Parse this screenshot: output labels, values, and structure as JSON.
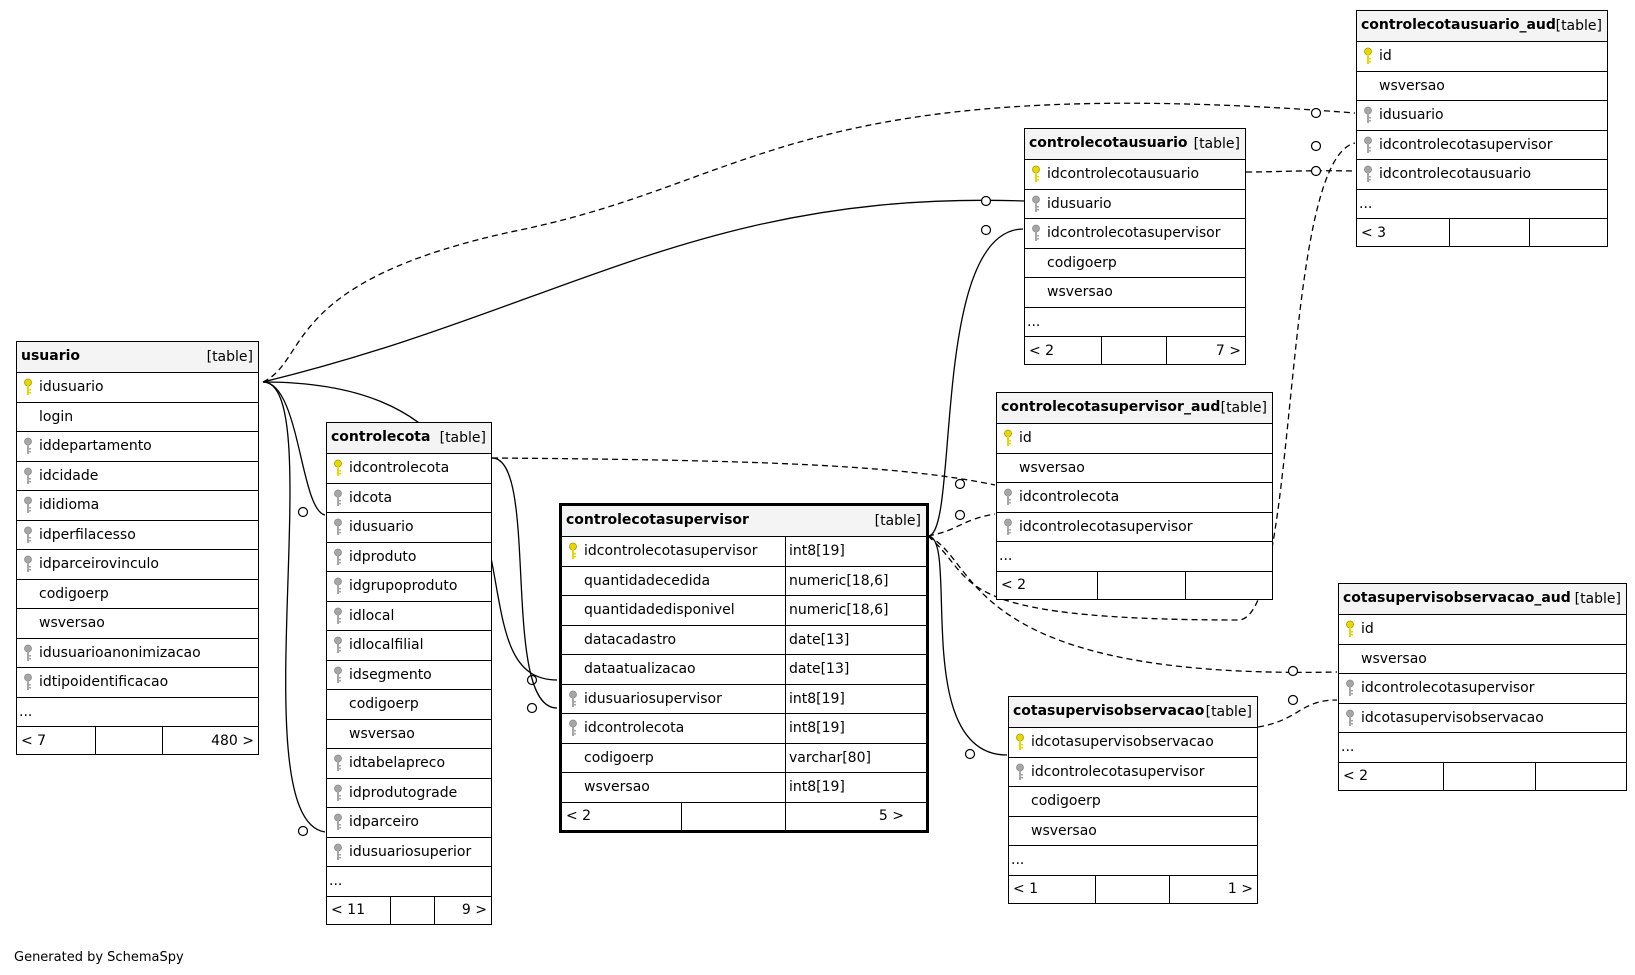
{
  "footer": "Generated by SchemaSpy",
  "colors": {
    "primary_key": "#e8d800",
    "foreign_key": "#a6a6a6",
    "header_bg": "#f4f4f4"
  },
  "tables": [
    {
      "id": "usuario",
      "name": "usuario",
      "type": "[table]",
      "columns": [
        {
          "name": "idusuario",
          "key": "pk"
        },
        {
          "name": "login",
          "key": ""
        },
        {
          "name": "iddepartamento",
          "key": "fk"
        },
        {
          "name": "idcidade",
          "key": "fk"
        },
        {
          "name": "ididioma",
          "key": "fk"
        },
        {
          "name": "idperfilacesso",
          "key": "fk"
        },
        {
          "name": "idparceirovinculo",
          "key": "fk"
        },
        {
          "name": "codigoerp",
          "key": ""
        },
        {
          "name": "wsversao",
          "key": ""
        },
        {
          "name": "idusuarioanonimizacao",
          "key": "fk"
        },
        {
          "name": "idtipoidentificacao",
          "key": "fk"
        }
      ],
      "more": "...",
      "footer": [
        "< 7",
        "",
        "480 >"
      ]
    },
    {
      "id": "controlecota",
      "name": "controlecota",
      "type": "[table]",
      "columns": [
        {
          "name": "idcontrolecota",
          "key": "pk"
        },
        {
          "name": "idcota",
          "key": "fk"
        },
        {
          "name": "idusuario",
          "key": "fk"
        },
        {
          "name": "idproduto",
          "key": "fk"
        },
        {
          "name": "idgrupoproduto",
          "key": "fk"
        },
        {
          "name": "idlocal",
          "key": "fk"
        },
        {
          "name": "idlocalfilial",
          "key": "fk"
        },
        {
          "name": "idsegmento",
          "key": "fk"
        },
        {
          "name": "codigoerp",
          "key": ""
        },
        {
          "name": "wsversao",
          "key": ""
        },
        {
          "name": "idtabelapreco",
          "key": "fk"
        },
        {
          "name": "idprodutograde",
          "key": "fk"
        },
        {
          "name": "idparceiro",
          "key": "fk"
        },
        {
          "name": "idusuariosuperior",
          "key": "fk"
        }
      ],
      "more": "...",
      "footer": [
        "< 11",
        "",
        "9 >"
      ]
    },
    {
      "id": "controlecotasupervisor",
      "name": "controlecotasupervisor",
      "type": "[table]",
      "columns": [
        {
          "name": "idcontrolecotasupervisor",
          "key": "pk",
          "type": "int8[19]"
        },
        {
          "name": "quantidadecedida",
          "key": "",
          "type": "numeric[18,6]"
        },
        {
          "name": "quantidadedisponivel",
          "key": "",
          "type": "numeric[18,6]"
        },
        {
          "name": "datacadastro",
          "key": "",
          "type": "date[13]"
        },
        {
          "name": "dataatualizacao",
          "key": "",
          "type": "date[13]"
        },
        {
          "name": "idusuariosupervisor",
          "key": "fk",
          "type": "int8[19]"
        },
        {
          "name": "idcontrolecota",
          "key": "fk",
          "type": "int8[19]"
        },
        {
          "name": "codigoerp",
          "key": "",
          "type": "varchar[80]"
        },
        {
          "name": "wsversao",
          "key": "",
          "type": "int8[19]"
        }
      ],
      "more": "",
      "footer": [
        "< 2",
        "",
        "5 >"
      ]
    },
    {
      "id": "controlecotausuario",
      "name": "controlecotausuario",
      "type": "[table]",
      "columns": [
        {
          "name": "idcontrolecotausuario",
          "key": "pk"
        },
        {
          "name": "idusuario",
          "key": "fk"
        },
        {
          "name": "idcontrolecotasupervisor",
          "key": "fk"
        },
        {
          "name": "codigoerp",
          "key": ""
        },
        {
          "name": "wsversao",
          "key": ""
        }
      ],
      "more": "...",
      "footer": [
        "< 2",
        "",
        "7 >"
      ]
    },
    {
      "id": "controlecotausuario_aud",
      "name": "controlecotausuario_aud",
      "type": "[table]",
      "columns": [
        {
          "name": "id",
          "key": "pk"
        },
        {
          "name": "wsversao",
          "key": ""
        },
        {
          "name": "idusuario",
          "key": "fk"
        },
        {
          "name": "idcontrolecotasupervisor",
          "key": "fk"
        },
        {
          "name": "idcontrolecotausuario",
          "key": "fk"
        }
      ],
      "more": "...",
      "footer": [
        "< 3",
        "",
        ""
      ]
    },
    {
      "id": "controlecotasupervisor_aud",
      "name": "controlecotasupervisor_aud",
      "type": "[table]",
      "columns": [
        {
          "name": "id",
          "key": "pk"
        },
        {
          "name": "wsversao",
          "key": ""
        },
        {
          "name": "idcontrolecota",
          "key": "fk"
        },
        {
          "name": "idcontrolecotasupervisor",
          "key": "fk"
        }
      ],
      "more": "...",
      "footer": [
        "< 2",
        "",
        ""
      ]
    },
    {
      "id": "cotasupervisobservacao",
      "name": "cotasupervisobservacao",
      "type": "[table]",
      "columns": [
        {
          "name": "idcotasupervisobservacao",
          "key": "pk"
        },
        {
          "name": "idcontrolecotasupervisor",
          "key": "fk"
        },
        {
          "name": "codigoerp",
          "key": ""
        },
        {
          "name": "wsversao",
          "key": ""
        }
      ],
      "more": "...",
      "footer": [
        "< 1",
        "",
        "1 >"
      ]
    },
    {
      "id": "cotasupervisobservacao_aud",
      "name": "cotasupervisobservacao_aud",
      "type": "[table]",
      "columns": [
        {
          "name": "id",
          "key": "pk"
        },
        {
          "name": "wsversao",
          "key": ""
        },
        {
          "name": "idcontrolecotasupervisor",
          "key": "fk"
        },
        {
          "name": "idcotasupervisobservacao",
          "key": "fk"
        }
      ],
      "more": "...",
      "footer": [
        "< 2",
        "",
        ""
      ]
    }
  ],
  "relationships": [
    {
      "from": "usuario.idusuario",
      "to": "controlecota.idusuario",
      "style": "solid"
    },
    {
      "from": "usuario.idusuario",
      "to": "controlecota.idusuariosuperior",
      "style": "solid"
    },
    {
      "from": "usuario.idusuario",
      "to": "controlecotasupervisor.idusuariosupervisor",
      "style": "solid"
    },
    {
      "from": "usuario.idusuario",
      "to": "controlecotausuario.idusuario",
      "style": "solid"
    },
    {
      "from": "usuario.idusuario",
      "to": "controlecotausuario_aud.idusuario",
      "style": "dashed"
    },
    {
      "from": "controlecota.idcontrolecota",
      "to": "controlecotasupervisor.idcontrolecota",
      "style": "solid"
    },
    {
      "from": "controlecota.idcontrolecota",
      "to": "controlecotasupervisor_aud.idcontrolecota",
      "style": "dashed"
    },
    {
      "from": "controlecotasupervisor.idcontrolecotasupervisor",
      "to": "controlecotausuario.idcontrolecotasupervisor",
      "style": "solid"
    },
    {
      "from": "controlecotasupervisor.idcontrolecotasupervisor",
      "to": "cotasupervisobservacao.idcontrolecotasupervisor",
      "style": "solid"
    },
    {
      "from": "controlecotasupervisor.idcontrolecotasupervisor",
      "to": "controlecotasupervisor_aud.idcontrolecotasupervisor",
      "style": "dashed"
    },
    {
      "from": "controlecotasupervisor.idcontrolecotasupervisor",
      "to": "cotasupervisobservacao_aud.idcontrolecotasupervisor",
      "style": "dashed"
    },
    {
      "from": "controlecotasupervisor.idcontrolecotasupervisor",
      "to": "controlecotausuario_aud.idcontrolecotasupervisor",
      "style": "dashed"
    },
    {
      "from": "controlecotausuario.idcontrolecotausuario",
      "to": "controlecotausuario_aud.idcontrolecotausuario",
      "style": "dashed"
    },
    {
      "from": "cotasupervisobservacao.idcotasupervisobservacao",
      "to": "cotasupervisobservacao_aud.idcotasupervisobservacao",
      "style": "dashed"
    }
  ]
}
